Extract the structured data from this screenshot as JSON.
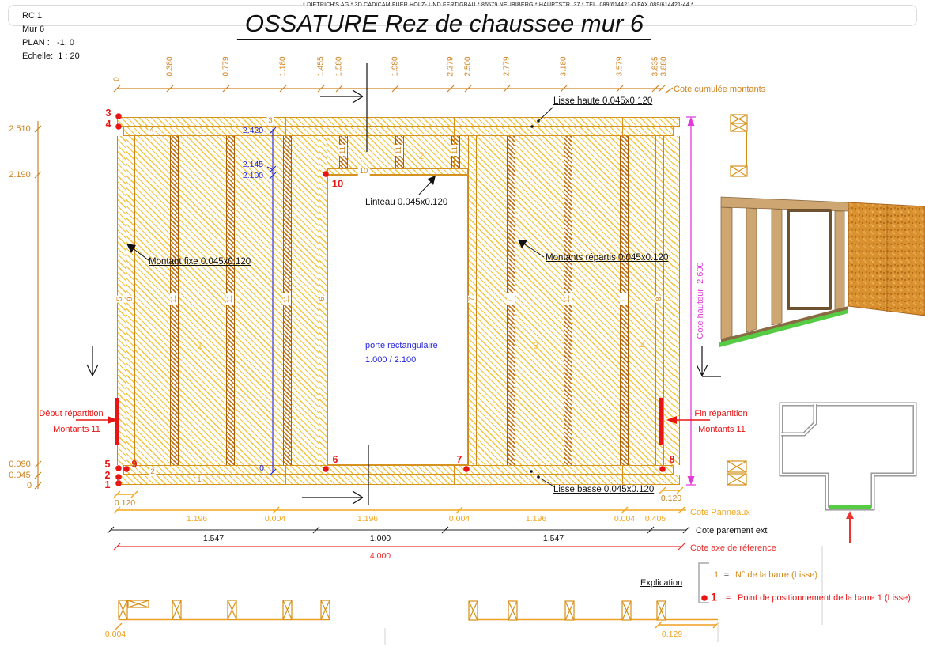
{
  "header": {
    "company_line": "* DIETRICH'S AG *  3D CAD/CAM FUER HOLZ- UND FERTIGBAU  * 85579 NEUBIBERG * HAUPTSTR. 37  *  TEL. 089/614421-0  FAX 089/614421-44 *",
    "title": "OSSATURE Rez de chaussee mur 6"
  },
  "info": {
    "ref": "RC 1",
    "wall": "Mur 6",
    "plan": "PLAN :   -1, 0",
    "scale": "Echelle:  1 : 20"
  },
  "top_dims": {
    "label": "Cote cumulée montants",
    "values": [
      "0",
      "0.380",
      "0.779",
      "1.180",
      "1.455",
      "1.580",
      "1.980",
      "2.379",
      "2.500",
      "2.779",
      "3.180",
      "3.579",
      "3.835",
      "3.880"
    ]
  },
  "left_dims": {
    "v0": "2.510",
    "v1": "2.190",
    "v2": "0.090",
    "v3": "0.045",
    "v4": "0"
  },
  "blue_dims": {
    "v0": "2.420",
    "v1": "2.145",
    "v2": "2.100",
    "v3": "0"
  },
  "height_dim": {
    "label": "Cote hauteur  2.600"
  },
  "door": {
    "type": "porte rectangulaire",
    "size": "1.000 / 2.100"
  },
  "annotations": {
    "lisse_haute": "Lisse haute 0.045x0.120",
    "montant_fixe": "Montant fixe 0.045x0.120",
    "montants_repartis": "Montants répartis 0.045x0.120",
    "linteau": "Linteau 0.045x0.120",
    "lisse_basse": "Lisse basse 0.045x0.120"
  },
  "repartition": {
    "debut1": "Début répartition",
    "debut2": "Montants 11",
    "fin1": "Fin répartition",
    "fin2": "Montants 11"
  },
  "bars": {
    "lisse_top": "3",
    "lisse_top_2": "4",
    "lisse_bottom": "1",
    "lisse_bottom_2": "2",
    "linteau": "10",
    "left_end": "5",
    "left_2nd": "9",
    "repartis": "11",
    "door_left": "6",
    "door_right": "7",
    "right_end": "8"
  },
  "panels": {
    "p1": "1",
    "p2": "2",
    "p3": "3",
    "p4": "4"
  },
  "red_points": {
    "p1": "1",
    "p2": "2",
    "p3": "3",
    "p4": "4",
    "p5": "5",
    "p6": "6",
    "p7": "7",
    "p8": "8",
    "p9": "9",
    "p10": "10"
  },
  "bottom_dims": {
    "offset_left": "0.120",
    "offset_right": "0.120",
    "panneaux_label": "Cote Panneaux",
    "panneaux": [
      "1.196",
      "0.004",
      "1.196",
      "0.004",
      "1.196",
      "0.004",
      "0.405"
    ],
    "parement_label": "Cote parement ext",
    "parement": [
      "1.547",
      "1.000",
      "1.547"
    ],
    "axe_label": "Cote axe de réference",
    "axe_value": "4.000",
    "strip_left": "0.004",
    "strip_right": "0.129"
  },
  "legend": {
    "title": "Explication",
    "num": "1",
    "eq": "=",
    "num_text": "N° de la barre (Lisse)",
    "point_num": "1",
    "point_eq": "=",
    "point_text": "Point de positionnement de la barre 1 (Lisse)"
  },
  "colors": {
    "dim_orange": "#d08220",
    "hatch_yellow": "#f3c33c",
    "panneaux_orange": "#f2a71f",
    "red": "#e81515",
    "blue": "#2424dd",
    "magenta": "#e03cdc",
    "green": "#55cc44"
  }
}
